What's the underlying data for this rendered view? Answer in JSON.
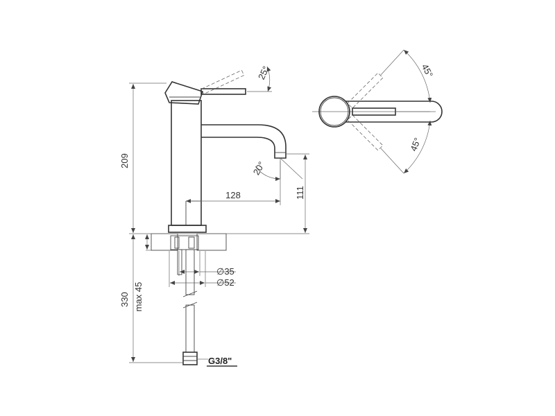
{
  "dimensions": {
    "total_height": "209",
    "spout_reach": "128",
    "spout_height": "111",
    "tail_length": "330",
    "max_counter": "max 45",
    "diameter_inner": "35",
    "diameter_outer": "52",
    "thread": "G3/8\""
  },
  "angles": {
    "handle_tilt": "25°",
    "spout_angle": "20°",
    "rotation_left": "45°",
    "rotation_right": "45°"
  },
  "symbols": {
    "diameter": "∅"
  }
}
